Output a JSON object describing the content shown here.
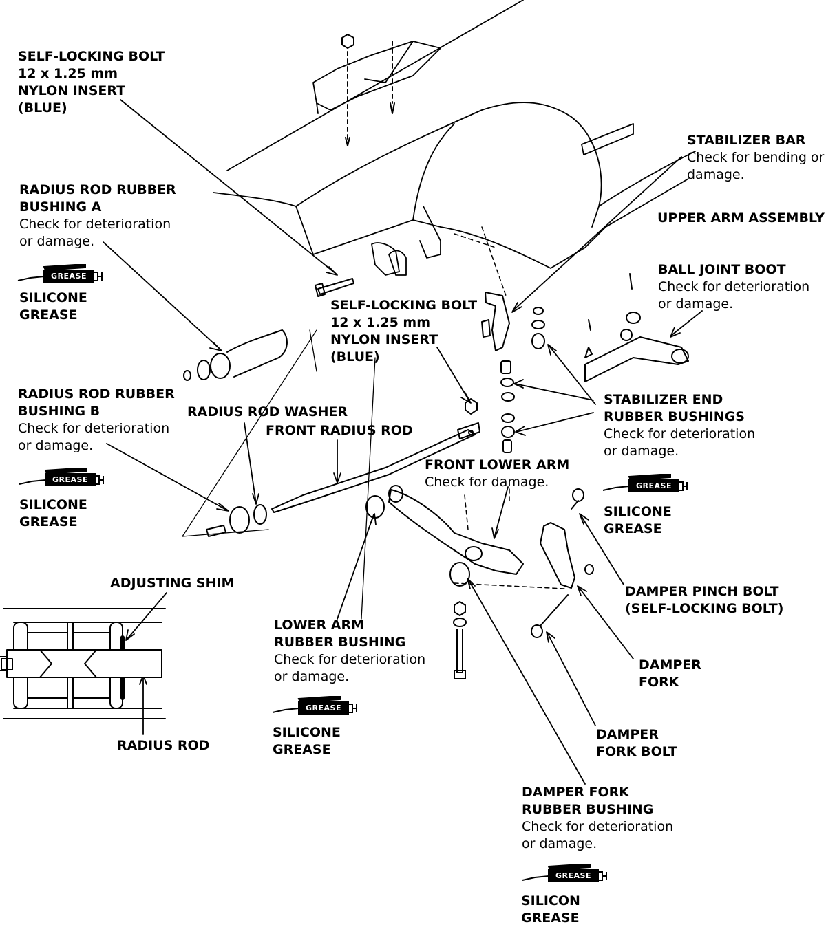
{
  "callouts": {
    "bolt_top": {
      "l1": "SELF-LOCKING BOLT",
      "l2": "12 x 1.25 mm",
      "l3": "NYLON INSERT",
      "l4": "(BLUE)"
    },
    "bushing_a": {
      "l1": "RADIUS ROD RUBBER",
      "l2": "BUSHING A",
      "n1": "Check for deterioration",
      "n2": "or damage."
    },
    "bolt_mid": {
      "l1": "SELF-LOCKING BOLT",
      "l2": "12 x 1.25 mm",
      "l3": "NYLON INSERT",
      "l4": "(BLUE)"
    },
    "bushing_b": {
      "l1": "RADIUS ROD RUBBER",
      "l2": "BUSHING B",
      "n1": "Check for deterioration",
      "n2": "or damage."
    },
    "washer": {
      "l1": "RADIUS ROD WASHER"
    },
    "radius_rod": {
      "l1": "FRONT RADIUS ROD"
    },
    "lower_arm": {
      "l1": "FRONT LOWER ARM",
      "n1": "Check for damage."
    },
    "stab_bar": {
      "l1": "STABILIZER BAR",
      "n1": "Check for bending or",
      "n2": "damage."
    },
    "upper_arm": {
      "l1": "UPPER ARM ASSEMBLY"
    },
    "ball_joint": {
      "l1": "BALL JOINT BOOT",
      "n1": "Check for deterioration",
      "n2": "or damage."
    },
    "stab_end": {
      "l1": "STABILIZER END",
      "l2": "RUBBER BUSHINGS",
      "n1": "Check for deterioration",
      "n2": "or damage."
    },
    "adjusting_shim": {
      "l1": "ADJUSTING SHIM"
    },
    "radius_rod_detail": {
      "l1": "RADIUS ROD"
    },
    "lower_arm_bushing": {
      "l1": "LOWER ARM",
      "l2": "RUBBER BUSHING",
      "n1": "Check for deterioration",
      "n2": "or damage."
    },
    "pinch_bolt": {
      "l1": "DAMPER PINCH BOLT",
      "l2": "(SELF-LOCKING BOLT)"
    },
    "damper_fork": {
      "l1": "DAMPER",
      "l2": "FORK"
    },
    "fork_bolt": {
      "l1": "DAMPER",
      "l2": "FORK BOLT"
    },
    "fork_bushing": {
      "l1": "DAMPER FORK",
      "l2": "RUBBER BUSHING",
      "n1": "Check for deterioration",
      "n2": "or damage."
    }
  },
  "grease": {
    "tag": "GREASE",
    "g1": {
      "l1": "SILICONE",
      "l2": "GREASE"
    },
    "g2": {
      "l1": "SILICONE",
      "l2": "GREASE"
    },
    "g3": {
      "l1": "SILICONE",
      "l2": "GREASE"
    },
    "g4": {
      "l1": "SILICONE",
      "l2": "GREASE"
    },
    "g5": {
      "l1": "SILICON",
      "l2": "GREASE"
    }
  },
  "icons": [
    "grease-gun-icon"
  ]
}
